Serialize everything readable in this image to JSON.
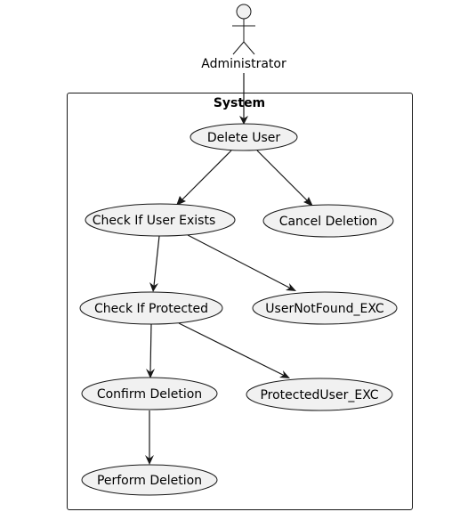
{
  "actor": {
    "name": "Administrator",
    "icon": "stick-figure-icon"
  },
  "system": {
    "title": "System"
  },
  "use_cases": {
    "delete_user": "Delete User",
    "check_user_exists": "Check If User Exists",
    "cancel_deletion": "Cancel Deletion",
    "check_protected": "Check If Protected",
    "user_not_found": "UserNotFound_EXC",
    "confirm_deletion": "Confirm Deletion",
    "protected_user": "ProtectedUser_EXC",
    "perform_deletion": "Perform Deletion"
  },
  "colors": {
    "use_case_fill": "#f1f1f1",
    "line": "#181818"
  }
}
